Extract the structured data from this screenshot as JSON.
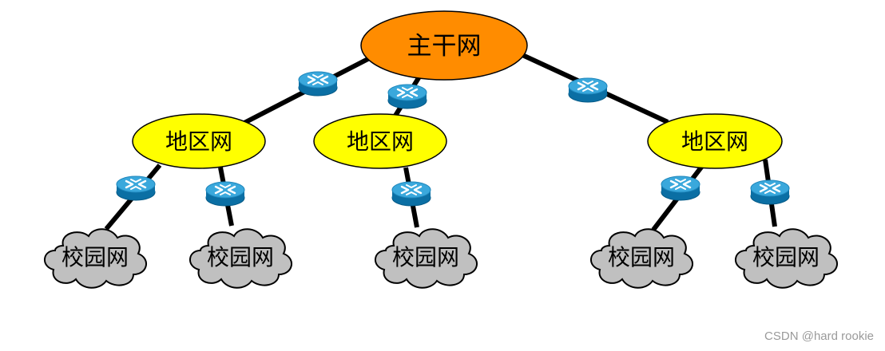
{
  "backbone": {
    "label": "主干网",
    "color": "#ff8c00"
  },
  "regions": [
    {
      "label": "地区网"
    },
    {
      "label": "地区网"
    },
    {
      "label": "地区网"
    }
  ],
  "region_color": "#ffff00",
  "campuses": [
    {
      "label": "校园网"
    },
    {
      "label": "校园网"
    },
    {
      "label": "校园网"
    },
    {
      "label": "校园网"
    },
    {
      "label": "校园网"
    }
  ],
  "campus_color": "#c0c0c0",
  "router": {
    "icon": "router-icon",
    "color": "#1e90c8"
  },
  "watermark": "CSDN @hard rookie"
}
